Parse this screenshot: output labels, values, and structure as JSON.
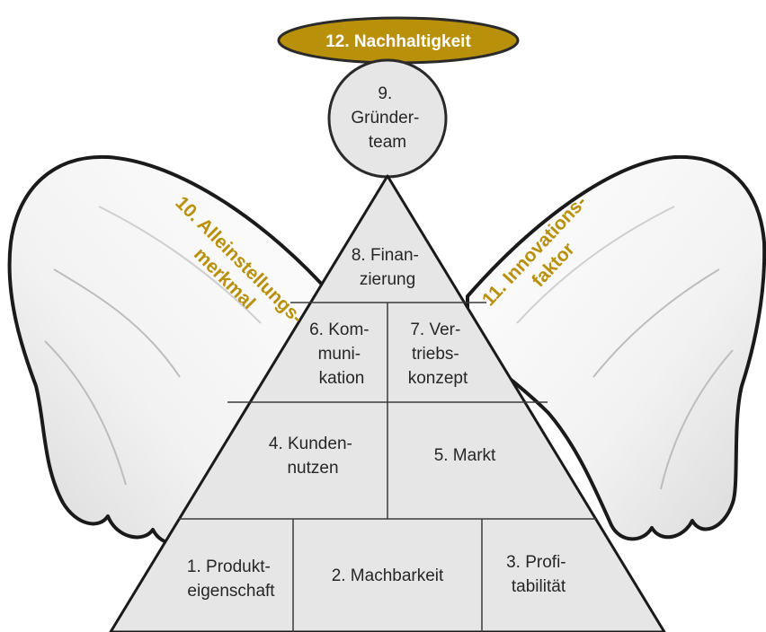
{
  "colors": {
    "gold": "#b8900a",
    "block_fill": "#e6e6e6",
    "block_stroke": "#3a3a3a",
    "wing_fill": "#f4f4f4",
    "wing_stroke": "#1a1a1a",
    "text": "#262626"
  },
  "halo": {
    "label": "12. Nachhaltigkeit"
  },
  "head": {
    "lines": [
      "9.",
      "Gründer-",
      "team"
    ]
  },
  "wings": {
    "left": {
      "lines": [
        "10. Alleinstellungs-",
        "merkmal"
      ]
    },
    "right": {
      "lines": [
        "11. Innovations-",
        "faktor"
      ]
    }
  },
  "pyramid": {
    "finanzierung": {
      "lines": [
        "8. Finan-",
        "zierung"
      ]
    },
    "kommunikation": {
      "lines": [
        "6. Kom-",
        "muni-",
        "kation"
      ]
    },
    "vertrieb": {
      "lines": [
        "7. Ver-",
        "triebs-",
        "konzept"
      ]
    },
    "kundennutzen": {
      "lines": [
        "4. Kunden-",
        "nutzen"
      ]
    },
    "markt": {
      "lines": [
        "5. Markt"
      ]
    },
    "produkt": {
      "lines": [
        "1. Produkt-",
        "eigenschaft"
      ]
    },
    "machbarkeit": {
      "lines": [
        "2. Machbarkeit"
      ]
    },
    "profitabilitaet": {
      "lines": [
        "3. Profi-",
        "tabilität"
      ]
    }
  }
}
